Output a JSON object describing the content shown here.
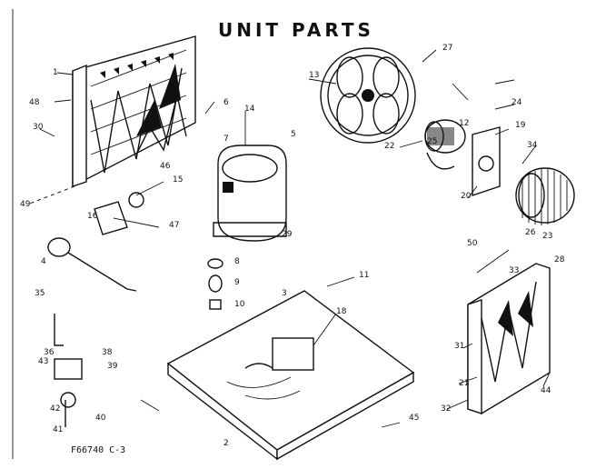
{
  "title": "UNIT PARTS",
  "drawing_code": "F66740 C-3",
  "callouts": [
    "1",
    "2",
    "3",
    "4",
    "5",
    "6",
    "7",
    "8",
    "9",
    "10",
    "11",
    "12",
    "13",
    "14",
    "15",
    "16",
    "18",
    "19",
    "20",
    "21",
    "22",
    "23",
    "24",
    "25",
    "26",
    "27",
    "28",
    "29",
    "30",
    "31",
    "32",
    "33",
    "34",
    "35",
    "36",
    "38",
    "39",
    "40",
    "41",
    "42",
    "43",
    "44",
    "45",
    "46",
    "47",
    "48",
    "49",
    "50"
  ]
}
